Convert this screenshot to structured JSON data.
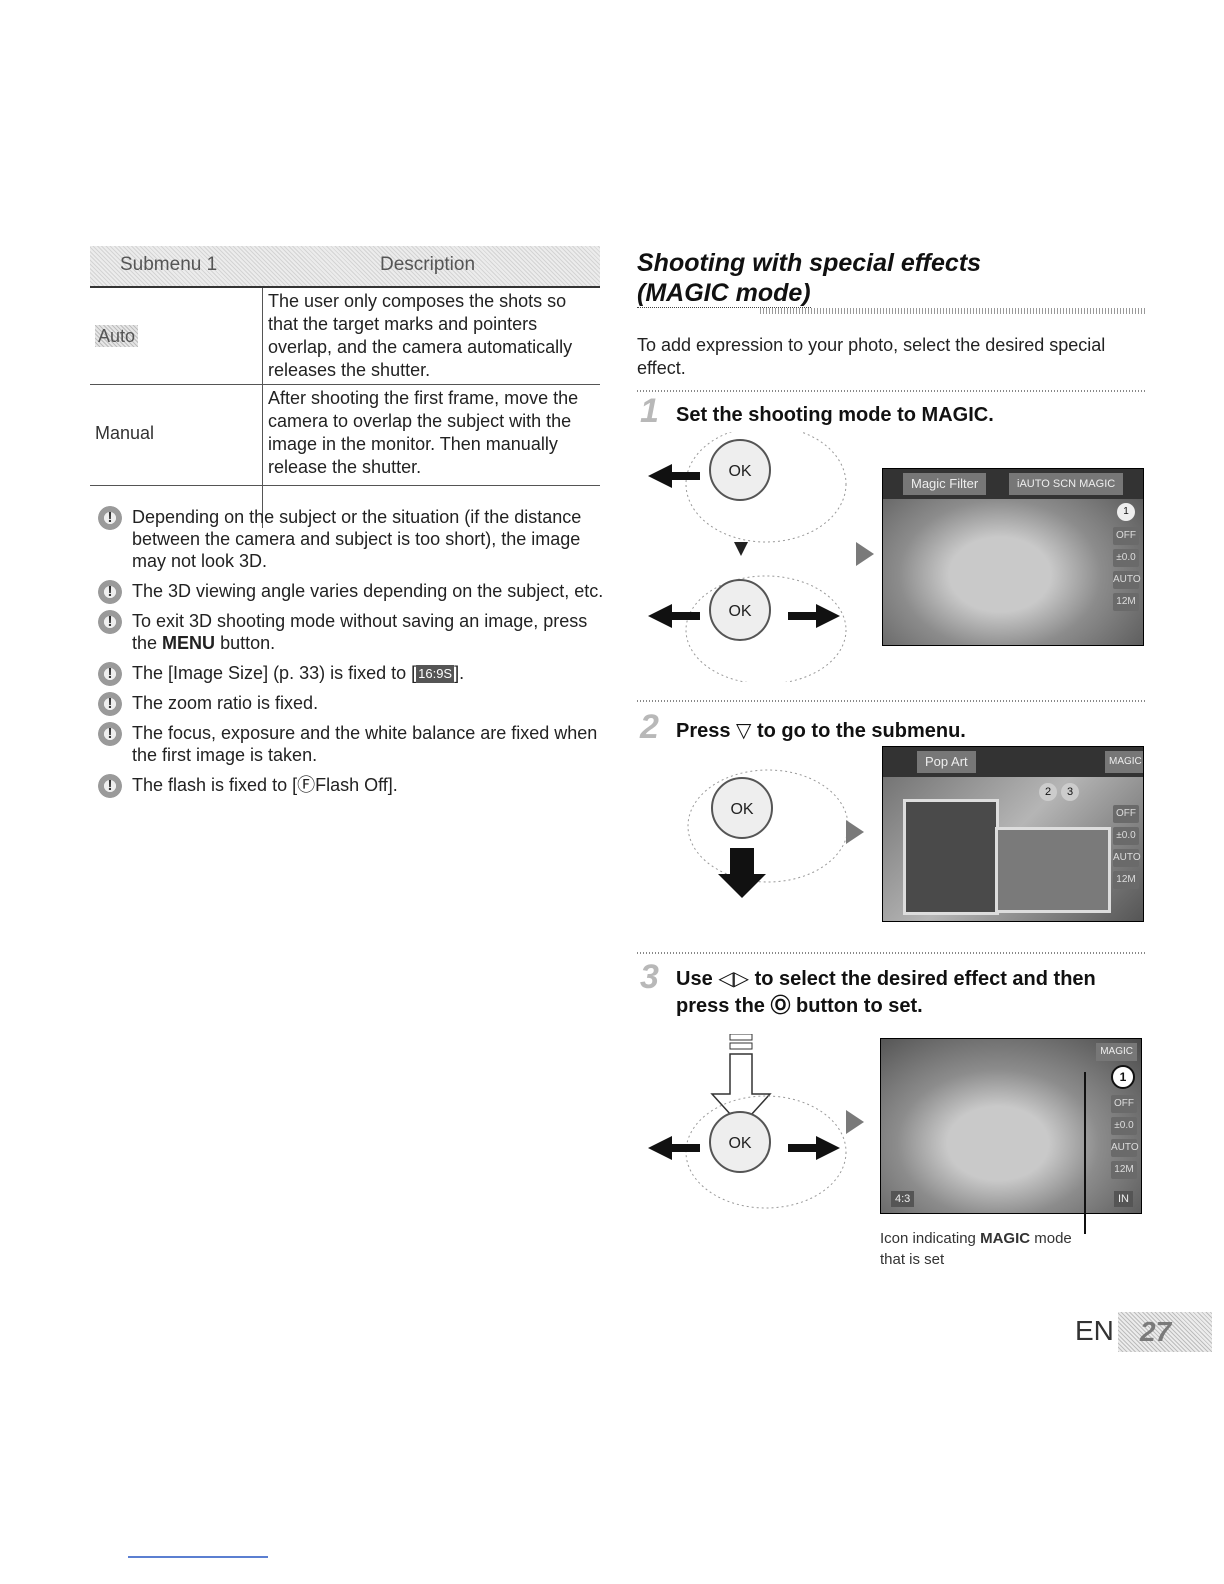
{
  "table": {
    "headers": [
      "Submenu 1",
      "Description"
    ],
    "rows": [
      {
        "submenu": "Auto",
        "description": "The user only composes the shots so that the target marks and pointers overlap, and the camera automatically releases the shutter."
      },
      {
        "submenu": "Manual",
        "description": "After shooting the first frame, move the camera to overlap the subject with the image in the monitor. Then manually release the shutter."
      }
    ]
  },
  "notes": {
    "n1": "Depending on the subject or the situation (if the distance between the camera and subject is too short), the image may not look 3D.",
    "n2": "The 3D viewing angle varies depending on the subject, etc.",
    "n3_a": "To exit 3D shooting mode without saving an image, press the",
    "n3_b": "MENU",
    "n3_c": "button.",
    "n4_a": "The [Image Size] (p. 33) is fixed to [",
    "n4_b": "16:9S",
    "n4_c": "].",
    "n5": "The zoom ratio is fixed.",
    "n6": "The focus, exposure and the white balance are fixed when the first image is taken.",
    "n7": "The flash is fixed to [ⒻFlash Off]."
  },
  "section": {
    "title_line1": "Shooting with special effects",
    "title_line2": "(MAGIC mode)",
    "intro": "To add expression to your photo, select the desired special effect."
  },
  "steps": {
    "s1_num": "1",
    "s1_text": "Set the shooting mode to MAGIC.",
    "s2_num": "2",
    "s2_text": "Press ▽ to go to the submenu.",
    "s3_num": "3",
    "s3_text_line1": "Use ◁▷ to select the desired effect and then",
    "s3_text_line2": "press the Ⓞ button to set."
  },
  "screens": {
    "s1_tab1": "Magic Filter",
    "s1_tab2": "iAUTO SCN MAGIC",
    "s2_tab1": "Pop Art",
    "s2_tab2": "MAGIC",
    "s3_tab": "MAGIC",
    "s1_badge": "1",
    "s2_badge1": "2",
    "s2_badge2": "3",
    "s3_badge": "1",
    "side_icons": [
      "OFF",
      "±0.0",
      "AUTO",
      "12M"
    ],
    "bottom_left": "4:3",
    "bottom_right": "IN"
  },
  "dial": {
    "ok_label": "OK"
  },
  "caption": {
    "line1_a": "Icon indicating",
    "line1_b": "MAGIC",
    "line1_c": "mode",
    "line2": "that is set"
  },
  "page": {
    "lang": "EN",
    "number": "27"
  }
}
